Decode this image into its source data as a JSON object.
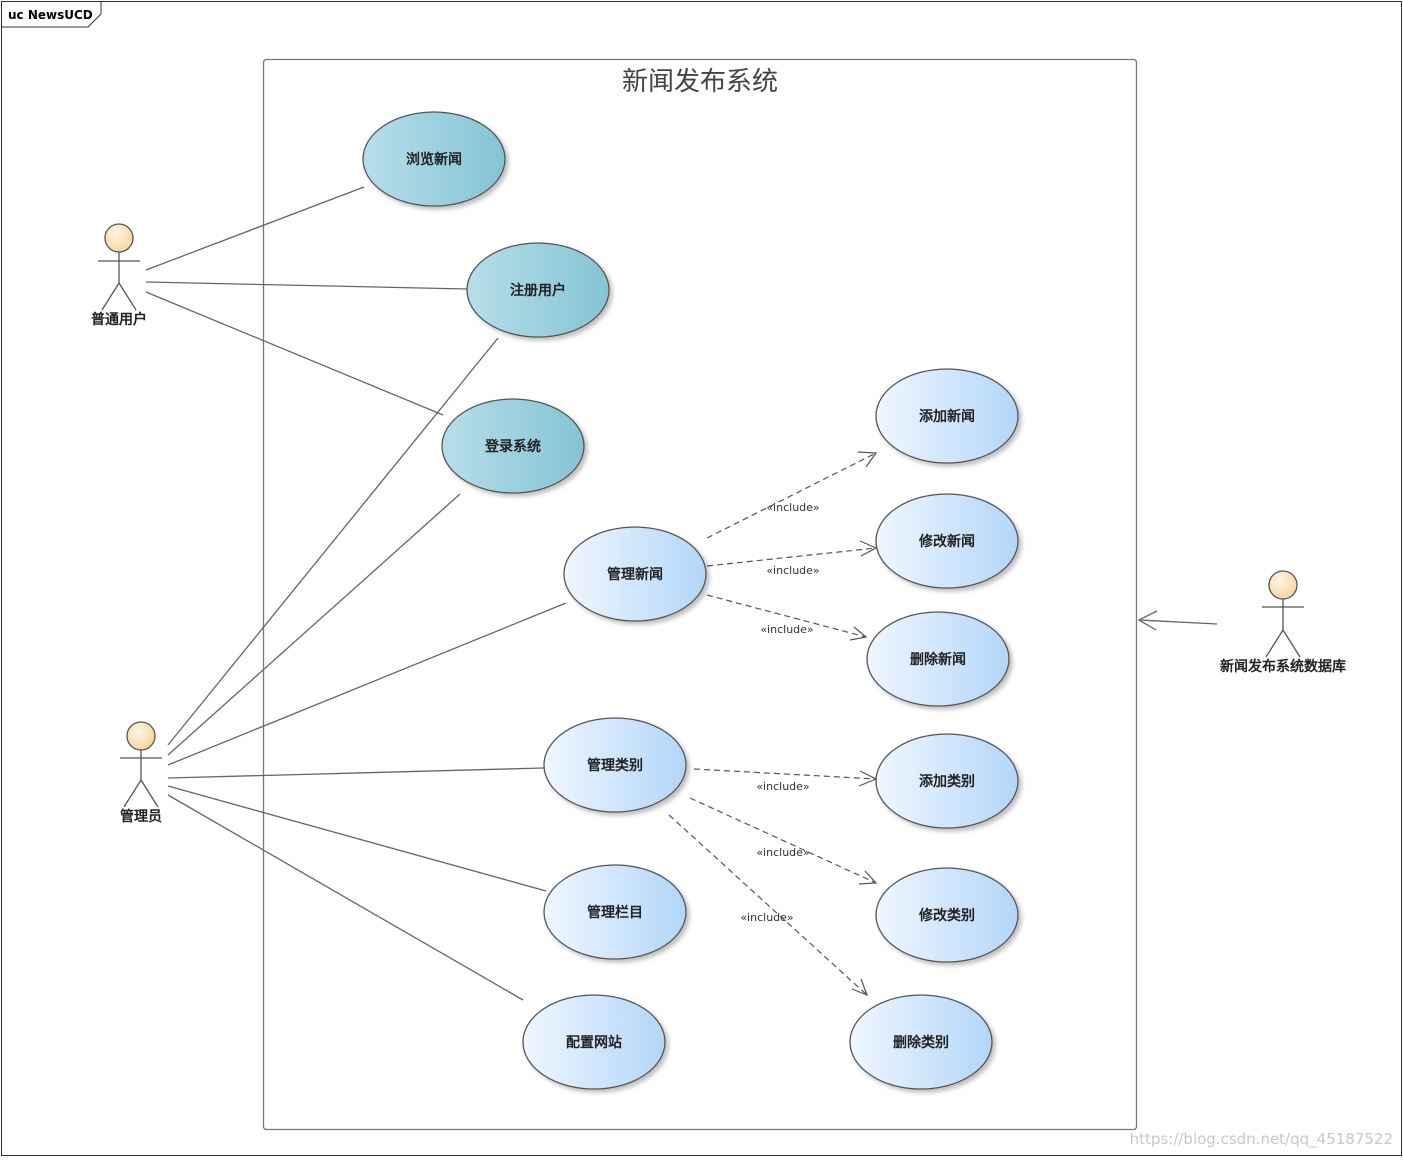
{
  "frame": {
    "label": "uc NewsUCD"
  },
  "system": {
    "title": "新闻发布系统"
  },
  "actors": {
    "normal_user": "普通用户",
    "admin": "管理员",
    "database": "新闻发布系统数据库"
  },
  "use_cases": {
    "browse_news": "浏览新闻",
    "register_user": "注册用户",
    "login_system": "登录系统",
    "manage_news": "管理新闻",
    "manage_category": "管理类别",
    "manage_column": "管理栏目",
    "config_site": "配置网站",
    "add_news": "添加新闻",
    "edit_news": "修改新闻",
    "delete_news": "删除新闻",
    "add_category": "添加类别",
    "edit_category": "修改类别",
    "delete_category": "删除类别"
  },
  "include_label": "«include»",
  "watermark": "https://blog.csdn.net/qq_45187522",
  "colors": {
    "teal_fill_start": "#b4dce6",
    "teal_fill_end": "#86c5d6",
    "blue_fill_start": "#eef6ff",
    "blue_fill_end": "#b4d8fa",
    "actor_head": "#fde7c2",
    "line": "#666666"
  }
}
